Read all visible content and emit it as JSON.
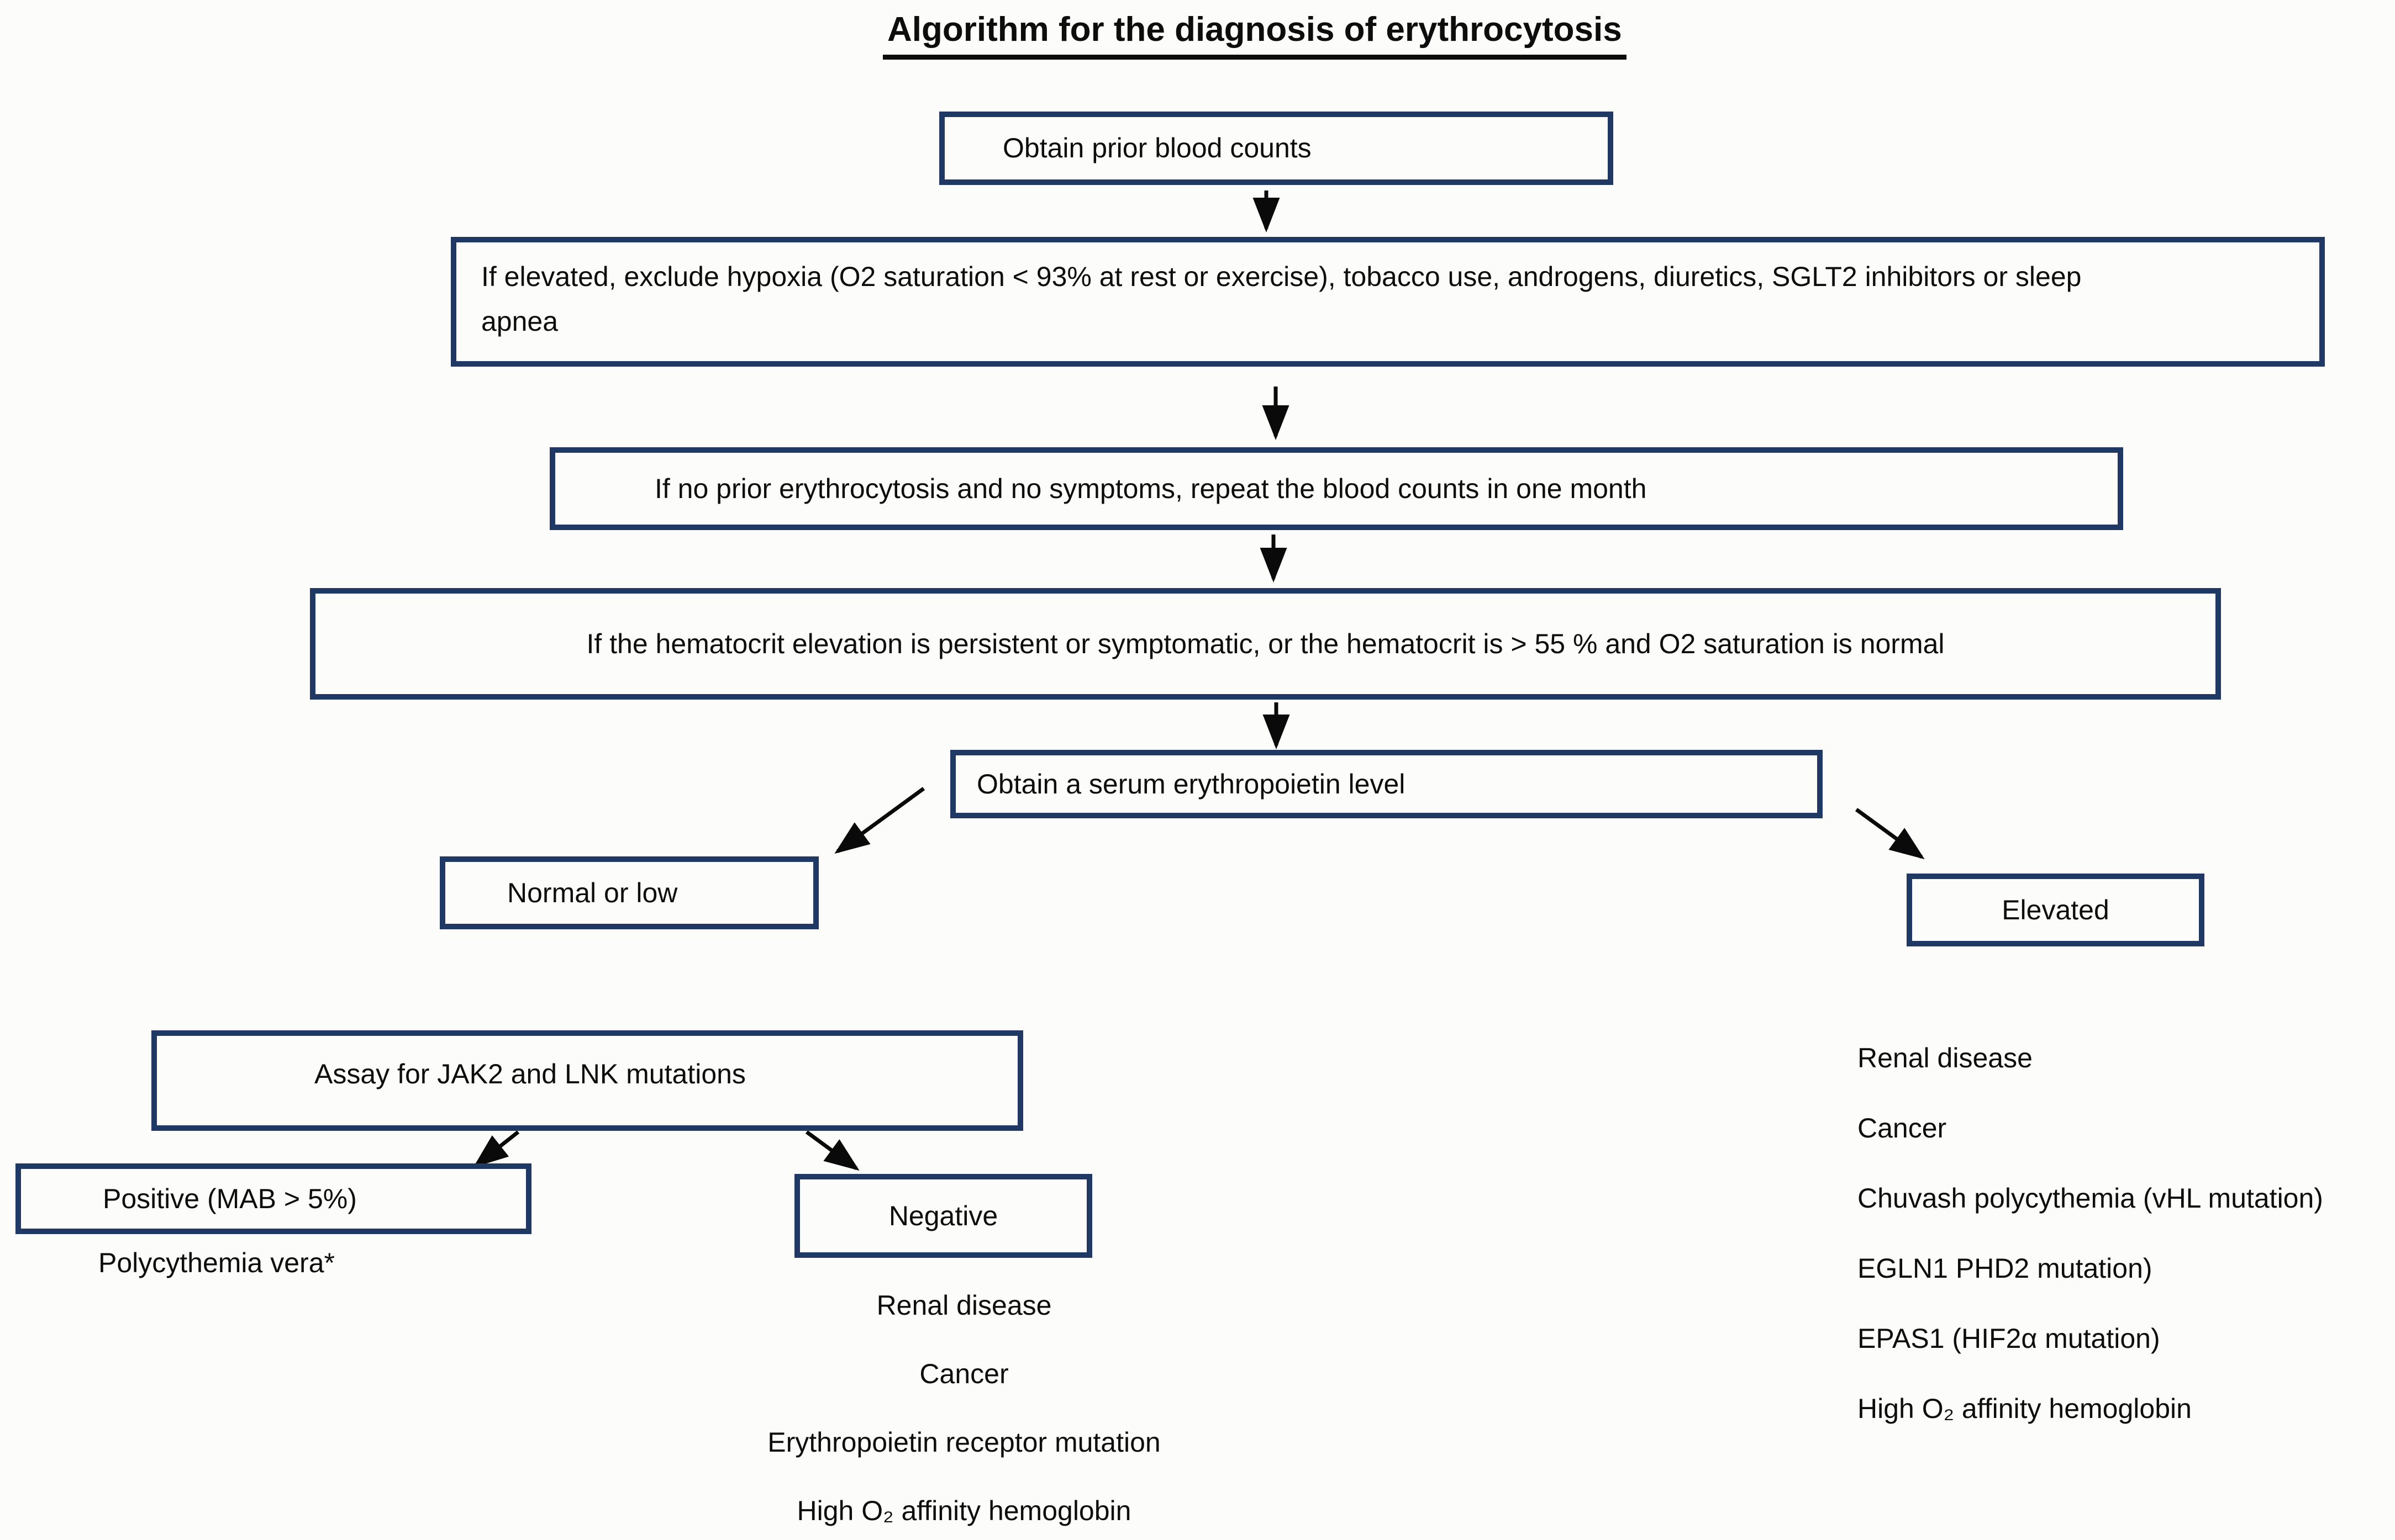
{
  "title": "Algorithm for the diagnosis of erythrocytosis",
  "colors": {
    "box_border": "#1f3864",
    "arrow": "#0a0a0a",
    "text": "#0d0d0d",
    "background": "#fcfdfa"
  },
  "boxes": {
    "obtain_counts": {
      "label": "Obtain prior blood counts"
    },
    "exclude": {
      "lines": [
        "If elevated, exclude hypoxia (O2 saturation < 93% at rest or exercise), tobacco use, androgens, diuretics, SGLT2 inhibitors or sleep",
        "apnea"
      ]
    },
    "repeat_counts": {
      "label": "If no prior erythrocytosis and no symptoms, repeat the blood counts in one month"
    },
    "persistent": {
      "label": "If the hematocrit elevation is persistent or symptomatic, or the hematocrit is > 55 % and O2 saturation is normal"
    },
    "epo_level": {
      "label": "Obtain a serum erythropoietin level"
    },
    "normal_or_low": {
      "label": "Normal or low"
    },
    "elevated": {
      "label": "Elevated"
    },
    "assay": {
      "label": "Assay for JAK2 and LNK mutations"
    },
    "positive": {
      "label": "Positive (MAB > 5%)"
    },
    "negative": {
      "label": "Negative"
    }
  },
  "annotations": {
    "positive_diagnosis": "Polycythemia vera*"
  },
  "negative_causes": [
    "Renal disease",
    "Cancer",
    "Erythropoietin receptor mutation",
    "High O₂ affinity hemoglobin"
  ],
  "elevated_causes": [
    "Renal disease",
    "Cancer",
    "Chuvash polycythemia (vHL mutation)",
    "EGLN1 PHD2 mutation)",
    "EPAS1 (HIF2α mutation)",
    "High O₂ affinity hemoglobin"
  ]
}
